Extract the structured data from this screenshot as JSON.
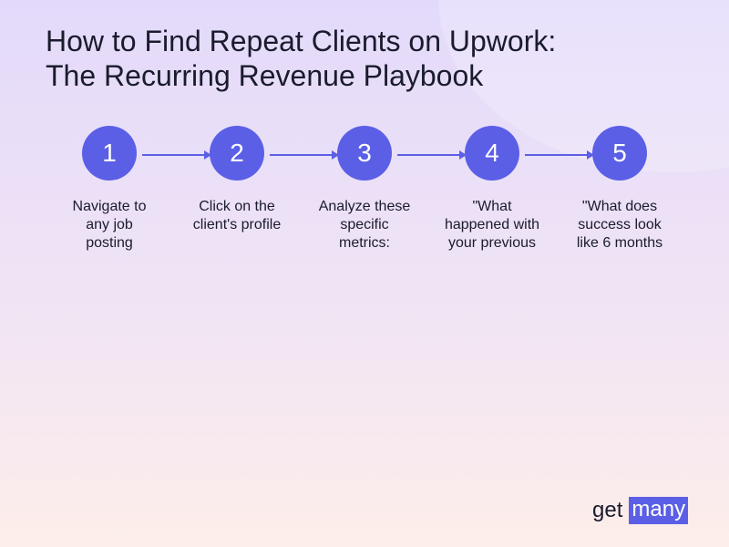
{
  "title_lines": [
    "How to Find Repeat Clients on Upwork:",
    "The Recurring Revenue Playbook"
  ],
  "steps": [
    {
      "number": "1",
      "lines": [
        "Navigate to",
        "any job",
        "posting"
      ]
    },
    {
      "number": "2",
      "lines": [
        "Click on the",
        "client's profile"
      ]
    },
    {
      "number": "3",
      "lines": [
        "Analyze these",
        "specific",
        "metrics:"
      ]
    },
    {
      "number": "4",
      "lines": [
        "\"What",
        "happened with",
        "your previous"
      ]
    },
    {
      "number": "5",
      "lines": [
        "\"What does",
        "success look",
        "like 6 months"
      ]
    }
  ],
  "logo": {
    "part1": "get",
    "part2": "many"
  },
  "colors": {
    "accent": "#5b5fe6"
  }
}
